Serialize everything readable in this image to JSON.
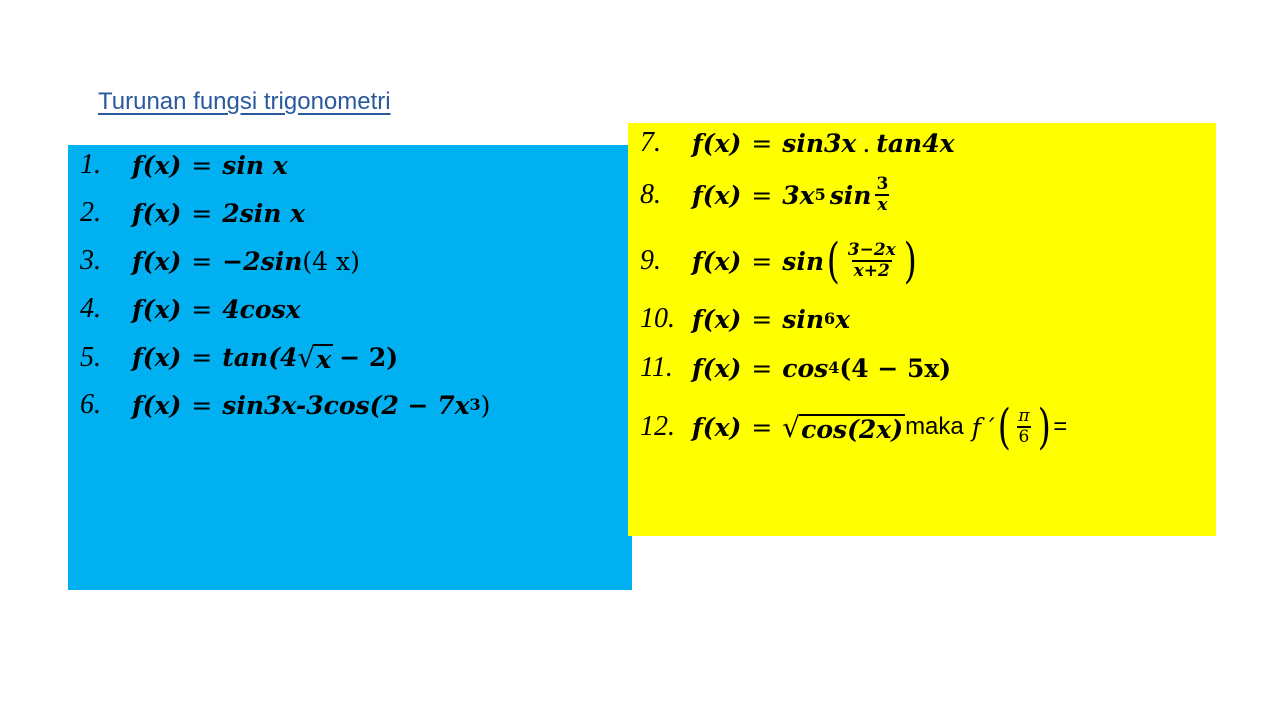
{
  "title": "Turunan fungsi trigonometri",
  "colors": {
    "blue_panel": "#00b0f0",
    "yellow_panel": "#ffff00",
    "title": "#2a5a9e"
  },
  "blue_items": [
    {
      "num": "1.",
      "lhs": "f(x)",
      "eq": "=",
      "rhs": "sin x"
    },
    {
      "num": "2.",
      "lhs": "f(x)",
      "eq": "=",
      "rhs": "2sin x"
    },
    {
      "num": "3.",
      "lhs": "f(x)",
      "eq": "=",
      "rhs_a": "−2sin",
      "rhs_b": "(4 x)"
    },
    {
      "num": "4.",
      "lhs": "f(x)",
      "eq": "=",
      "rhs": "4cosx"
    },
    {
      "num": "5.",
      "lhs": "f(x)",
      "eq": "=",
      "rhs_a": "tan(4",
      "rad": "x",
      "rhs_b": "− 2)"
    },
    {
      "num": "6.",
      "lhs": "f(x)",
      "eq": "=",
      "rhs_a": "sin3x-3cos(2 − 7x",
      "sup": "3",
      "rhs_b": ")"
    }
  ],
  "yellow_items": [
    {
      "num": "7.",
      "lhs": "f(x)",
      "eq": "=",
      "rhs_a": "sin3x",
      "dot": ".",
      "rhs_b": "tan4x"
    },
    {
      "num": "8.",
      "lhs": "f(x)",
      "eq": "=",
      "rhs_a": "3x",
      "sup": "5",
      "rhs_b": "sin",
      "frac_top": "3",
      "frac_bot": "x"
    },
    {
      "num": "9.",
      "lhs": "f(x)",
      "eq": "=",
      "rhs_a": "sin",
      "lparen": "(",
      "frac_top": "3−2x",
      "frac_bot": "x+2",
      "rparen": ")"
    },
    {
      "num": "10.",
      "lhs": "f(x)",
      "eq": "=",
      "rhs_a": "sin",
      "sup": "6",
      "rhs_b": "x"
    },
    {
      "num": "11.",
      "lhs": "f(x)",
      "eq": "=",
      "rhs_a": "cos",
      "sup": "4",
      "rhs_b": "(4 − 5x)"
    },
    {
      "num": "12.",
      "lhs": "f(x)",
      "eq": "=",
      "rad": "cos(2x)",
      "text": "maka",
      "fprime": "f ′",
      "lparen": "(",
      "frac_top": "π",
      "frac_bot": "6",
      "rparen": ")",
      "tail": "="
    }
  ]
}
